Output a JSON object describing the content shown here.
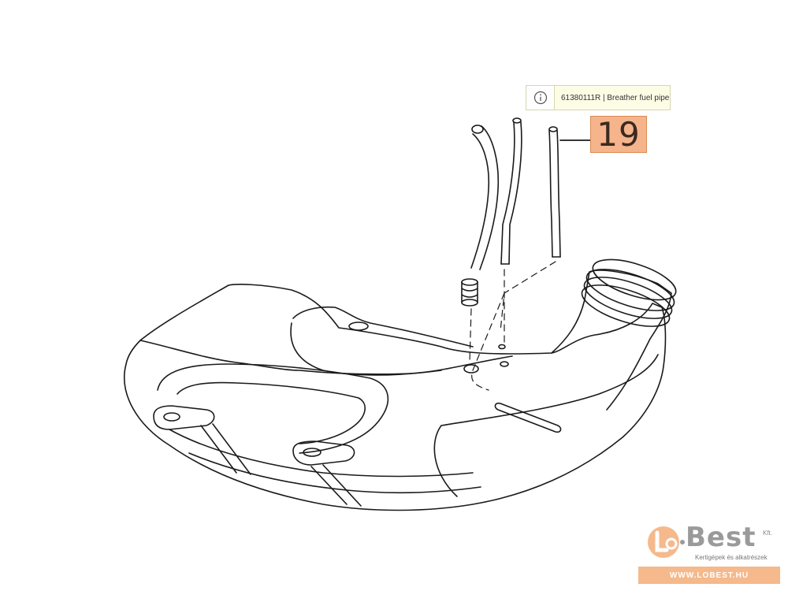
{
  "tooltip": {
    "text": "61380111R | Breather fuel pipe",
    "icon": "info-icon"
  },
  "callout": {
    "number": "19"
  },
  "logo": {
    "brand": "Best",
    "suffix": "Kft.",
    "tagline": "Kertigépek és alkatrészek",
    "url": "WWW.LOBEST.HU",
    "brand_color": "#f5b98c"
  },
  "colors": {
    "line": "#1a1a1a",
    "callout_bg": "#f5b48c",
    "tooltip_bg": "#fdfde6"
  }
}
